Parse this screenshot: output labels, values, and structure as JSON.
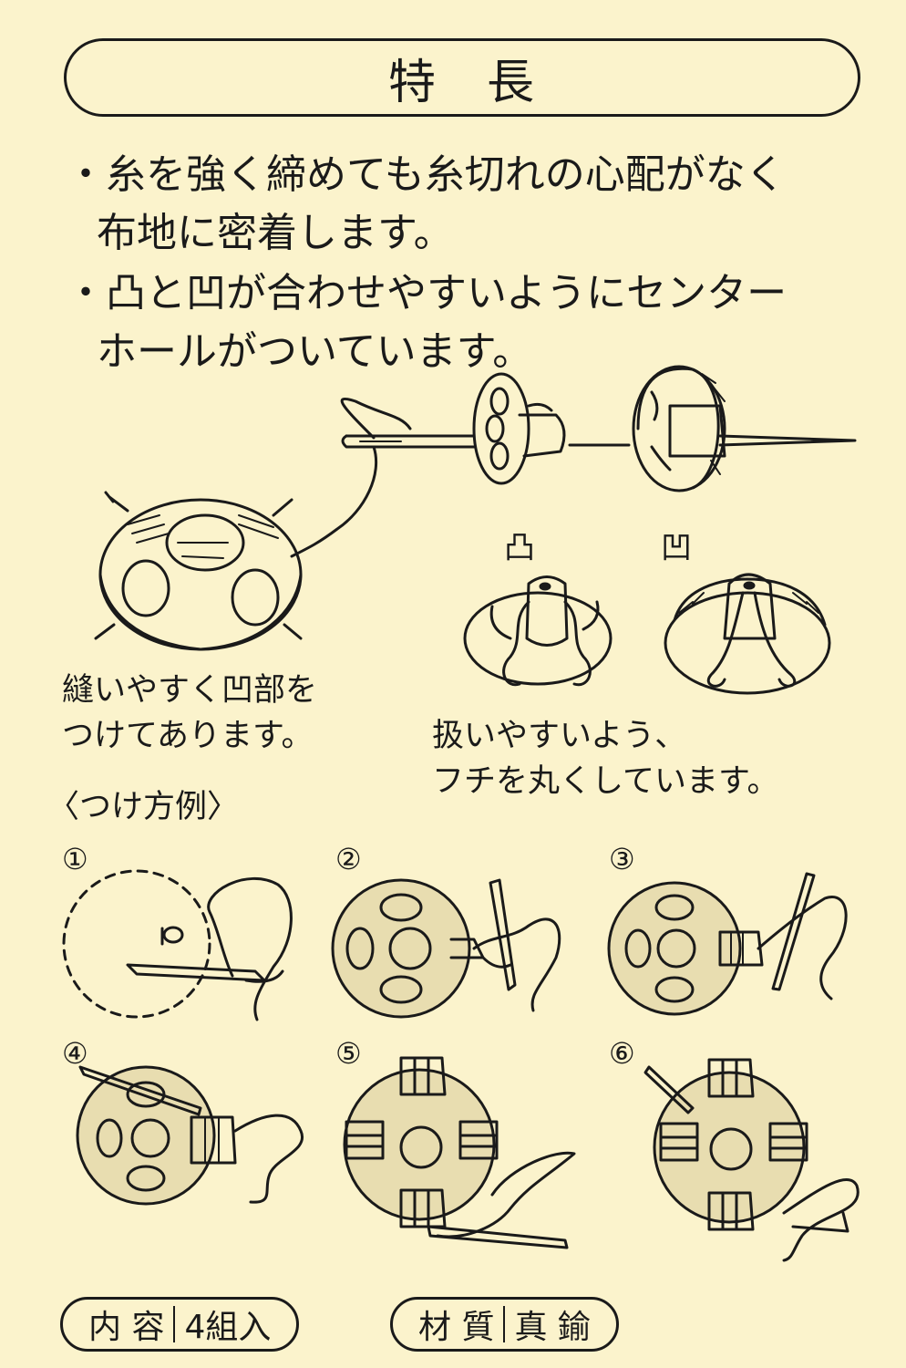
{
  "title": "特　長",
  "features": [
    {
      "line1": "・糸を強く締めても糸切れの心配がなく",
      "line2": "布地に密着します。"
    },
    {
      "line1": "・凸と凹が合わせやすいようにセンター",
      "line2": "ホールがついています。"
    }
  ],
  "illustration_labels": {
    "male": "凸",
    "female": "凹"
  },
  "captions": {
    "recess": [
      "縫いやすく凹部を",
      "つけてあります。"
    ],
    "rounded": [
      "扱いやすいよう、",
      "フチを丸くしています。"
    ]
  },
  "how_to_heading": "〈つけ方例〉",
  "steps": [
    "①",
    "②",
    "③",
    "④",
    "⑤",
    "⑥"
  ],
  "contents": {
    "label": "内 容",
    "value": "4組入"
  },
  "material": {
    "label": "材 質",
    "value": "真 鍮"
  },
  "colors": {
    "background": "#fbf3cc",
    "ink": "#1a1a1a",
    "shade": "#d9cda0"
  }
}
